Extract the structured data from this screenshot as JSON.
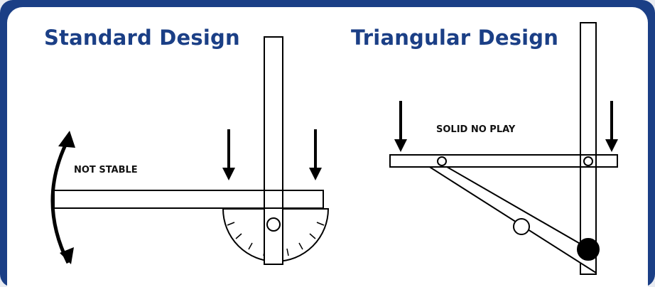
{
  "colors": {
    "frame": "#1b3f86",
    "heading": "#1b3f86",
    "panel": "#ffffff",
    "stroke": "#000000"
  },
  "standard": {
    "title": "Standard Design",
    "annotation": "NOT STABLE"
  },
  "triangular": {
    "title": "Triangular Design",
    "annotation": "SOLID NO PLAY"
  }
}
